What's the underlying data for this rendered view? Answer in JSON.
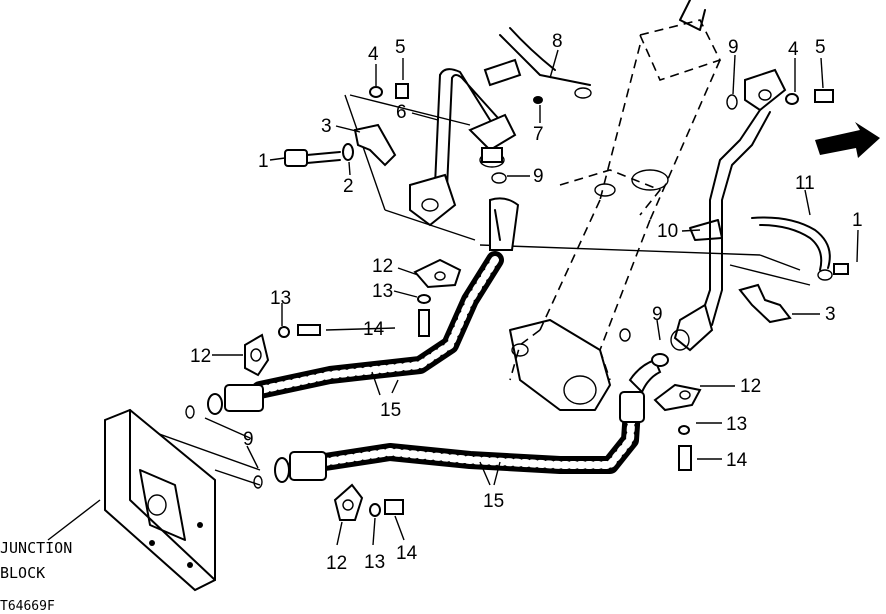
{
  "callouts": {
    "c1a": "1",
    "c2": "2",
    "c3a": "3",
    "c4a": "4",
    "c5a": "5",
    "c6": "6",
    "c7": "7",
    "c8": "8",
    "c9a": "9",
    "c4b": "4",
    "c5b": "5",
    "c9b": "9",
    "c10": "10",
    "c11": "11",
    "c1b": "1",
    "c3b": "3",
    "c12a": "12",
    "c13a": "13",
    "c13b": "13",
    "c14a": "14",
    "c12b": "12",
    "c15a": "15",
    "c9c": "9",
    "c9d": "9",
    "c12c": "12",
    "c13c": "13",
    "c14b": "14",
    "c15b": "15",
    "c12d": "12",
    "c13d": "13",
    "c14c": "14"
  },
  "junction_label": {
    "line1": "JUNCTION",
    "line2": "BLOCK"
  },
  "figure_id": "T64669F",
  "colors": {
    "ink": "#000000",
    "paper": "#ffffff"
  }
}
